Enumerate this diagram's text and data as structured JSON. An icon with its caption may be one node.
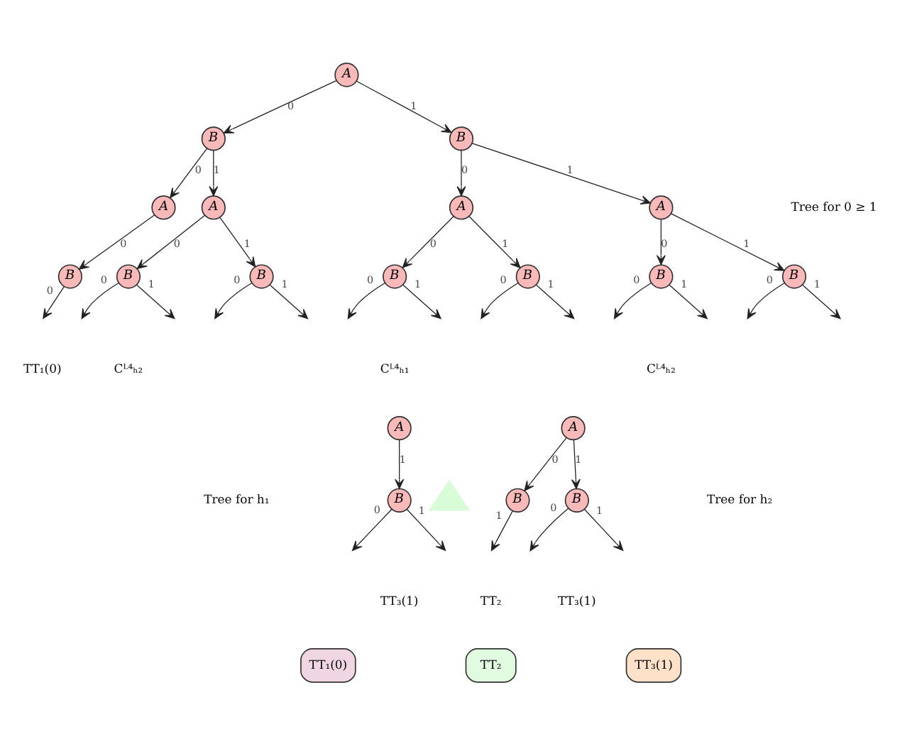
{
  "diagram": {
    "nodes": [
      {
        "text": [
          "A"
        ]
      },
      {
        "text": [
          "B"
        ]
      },
      {
        "text": [
          "B"
        ]
      },
      {
        "text": [
          "A"
        ]
      },
      {
        "text": [
          "A"
        ]
      },
      {
        "text": [
          "A"
        ]
      },
      {
        "text": [
          "A"
        ]
      },
      {
        "text": [
          "B"
        ]
      },
      {
        "text": [
          "B"
        ]
      },
      {
        "text": [
          "B"
        ]
      },
      {
        "text": [
          "B"
        ]
      },
      {
        "text": [
          "B"
        ]
      },
      {
        "text": [
          "B"
        ]
      },
      {
        "text": [
          "B"
        ]
      },
      {
        "text": [
          "A"
        ]
      },
      {
        "text": [
          "A"
        ]
      },
      {
        "text": [
          "B"
        ]
      },
      {
        "text": [
          "B"
        ]
      },
      {
        "text": [
          "B"
        ]
      },
      {
        "text": [],
        "shape": "triangle"
      }
    ],
    "edges": [
      {
        "from": 0,
        "to": 1,
        "arrow": "to",
        "label": "0"
      },
      {
        "from": 0,
        "to": 2,
        "arrow": "to",
        "label": "1"
      },
      {
        "from": 1,
        "to": 3,
        "arrow": "to",
        "label": "0"
      },
      {
        "from": 1,
        "to": 4,
        "arrow": "to",
        "label": "1"
      },
      {
        "from": 2,
        "to": 5,
        "arrow": "to",
        "label": "0"
      },
      {
        "from": 2,
        "to": 6,
        "arrow": "to",
        "label": "1"
      },
      {
        "from": 3,
        "to": 7,
        "arrow": "to",
        "label": "0"
      },
      {
        "from": 4,
        "to": 8,
        "arrow": "to",
        "label": "0"
      },
      {
        "from": 4,
        "to": 9,
        "arrow": "to",
        "label": "1"
      },
      {
        "from": 5,
        "to": 10,
        "arrow": "to",
        "label": "0"
      },
      {
        "from": 5,
        "to": 11,
        "arrow": "to",
        "label": "1"
      },
      {
        "from": 6,
        "to": 12,
        "arrow": "to",
        "label": "0"
      },
      {
        "from": 6,
        "to": 13,
        "arrow": "to",
        "label": "1"
      },
      {
        "from": 7,
        "to": null,
        "arrow": "to",
        "label": "0"
      },
      {
        "from": 8,
        "to": null,
        "arrow": "to",
        "label": "0"
      },
      {
        "from": 8,
        "to": null,
        "arrow": "to",
        "label": "1"
      },
      {
        "from": 9,
        "to": null,
        "arrow": "to",
        "label": "0"
      },
      {
        "from": 9,
        "to": null,
        "arrow": "to",
        "label": "1"
      },
      {
        "from": 10,
        "to": null,
        "arrow": "to",
        "label": "0"
      },
      {
        "from": 10,
        "to": null,
        "arrow": "to",
        "label": "1"
      },
      {
        "from": 11,
        "to": null,
        "arrow": "to",
        "label": "0"
      },
      {
        "from": 11,
        "to": null,
        "arrow": "to",
        "label": "1"
      },
      {
        "from": 12,
        "to": null,
        "arrow": "to",
        "label": "0"
      },
      {
        "from": 12,
        "to": null,
        "arrow": "to",
        "label": "1"
      },
      {
        "from": 13,
        "to": null,
        "arrow": "to",
        "label": "0"
      },
      {
        "from": 13,
        "to": null,
        "arrow": "to",
        "label": "1"
      },
      {
        "from": 14,
        "to": 16,
        "arrow": "to",
        "label": "1"
      },
      {
        "from": 15,
        "to": 17,
        "arrow": "to",
        "label": "0"
      },
      {
        "from": 15,
        "to": 18,
        "arrow": "to",
        "label": "1"
      },
      {
        "from": 16,
        "to": null,
        "arrow": "to",
        "label": "0"
      },
      {
        "from": 16,
        "to": null,
        "arrow": "to",
        "label": "1"
      },
      {
        "from": 17,
        "to": null,
        "arrow": "to",
        "label": "1"
      },
      {
        "from": 18,
        "to": null,
        "arrow": "to",
        "label": "0"
      },
      {
        "from": 18,
        "to": null,
        "arrow": "to",
        "label": "1"
      }
    ],
    "labels": [
      "TT₁(0)",
      "Cᴸ⁴ₕ₂",
      "Cᴸ⁴ₕ₁",
      "Cᴸ⁴ₕ₂",
      "Tree for 0 ≥ 1",
      "Tree for h₁",
      "Tree for h₂",
      "TT₃(1)",
      "TT₂",
      "TT₃(1)"
    ],
    "legend": [
      {
        "text": "TT₁(0)",
        "color": "#f0d6e2"
      },
      {
        "text": "TT₂",
        "color": "#e0fbe0"
      },
      {
        "text": "TT₃(1)",
        "color": "#fde1c8"
      }
    ]
  }
}
